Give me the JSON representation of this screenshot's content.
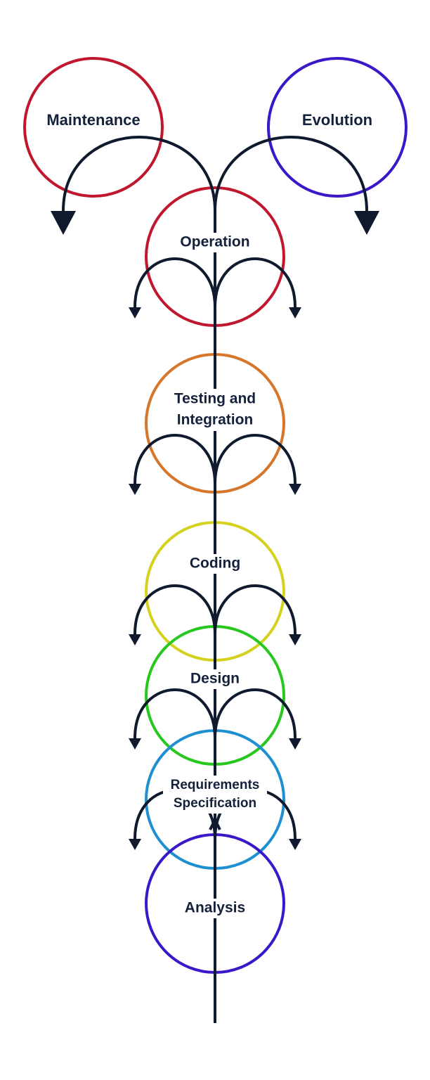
{
  "stages": {
    "maintenance": {
      "label": "Maintenance",
      "color": "#c0172f"
    },
    "evolution": {
      "label": "Evolution",
      "color": "#3a17c8"
    },
    "operation": {
      "label": "Operation",
      "color": "#c0172f"
    },
    "testing": {
      "label_line1": "Testing and",
      "label_line2": "Integration",
      "color": "#d6762a"
    },
    "coding": {
      "label": "Coding",
      "color": "#d4d21e"
    },
    "design": {
      "label": "Design",
      "color": "#27c81d"
    },
    "requirements": {
      "label_line1": "Requirements",
      "label_line2": "Specification",
      "color": "#1e90d2"
    },
    "analysis": {
      "label": "Analysis",
      "color": "#3a17c8"
    }
  },
  "line_color": "#0f1a2e",
  "text_color": "#14213a"
}
